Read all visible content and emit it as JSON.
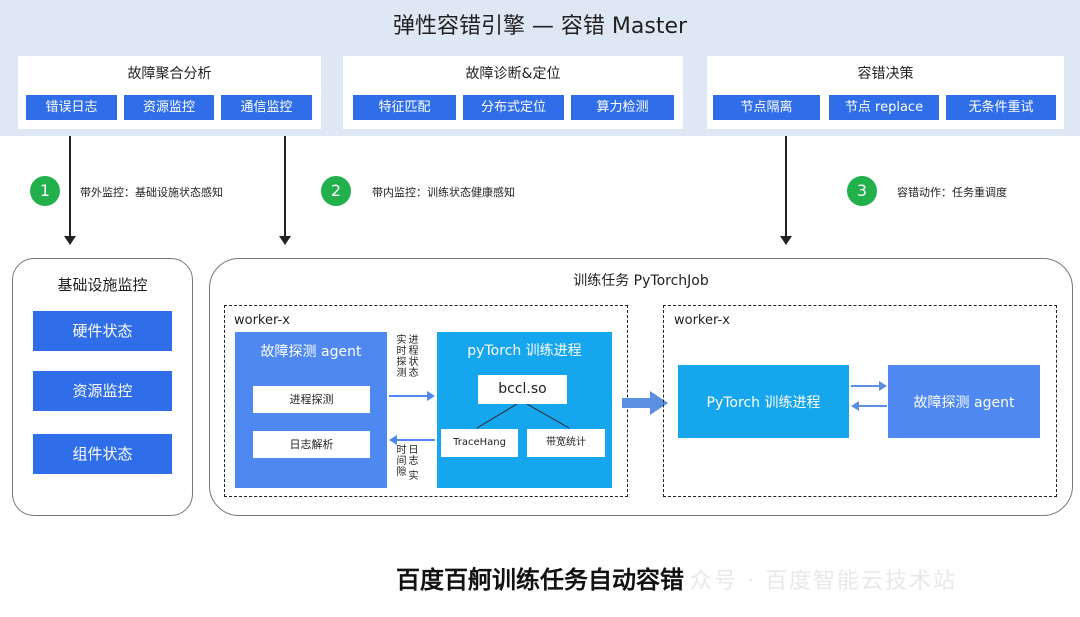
{
  "header": {
    "title": "弹性容错引擎 — 容错 Master"
  },
  "panels": [
    {
      "title": "故障聚合分析",
      "chips": [
        "错误日志",
        "资源监控",
        "通信监控"
      ]
    },
    {
      "title": "故障诊断&定位",
      "chips": [
        "特征匹配",
        "分布式定位",
        "算力检测"
      ]
    },
    {
      "title": "容错决策",
      "chips": [
        "节点隔离",
        "节点 replace",
        "无条件重试"
      ]
    }
  ],
  "steps": [
    {
      "num": "1",
      "text": "带外监控：基础设施状态感知"
    },
    {
      "num": "2",
      "text": "带内监控：训练状态健康感知"
    },
    {
      "num": "3",
      "text": "容错动作：任务重调度"
    }
  ],
  "infra": {
    "title": "基础设施监控",
    "items": [
      "硬件状态",
      "资源监控",
      "组件状态"
    ]
  },
  "job": {
    "title": "训练任务 PyTorchJob",
    "left_worker": {
      "label": "worker-x",
      "agent": {
        "title": "故障探测 agent",
        "buttons": [
          "进程探测",
          "日志解析"
        ]
      },
      "arrow_top_text": "进程状态 实时探测",
      "arrow_bottom_text": "日志 实时间隙",
      "torch": {
        "title": "pyTorch 训练进程",
        "lib": "bccl.so",
        "subs": [
          "TraceHang",
          "带宽统计"
        ]
      }
    },
    "right_worker": {
      "label": "worker-x",
      "torch_title": "PyTorch 训练进程",
      "agent_title": "故障探测 agent"
    }
  },
  "caption": "百度百舸训练任务自动容错",
  "watermark": "众号 · 百度智能云技术站",
  "colors": {
    "band": "#dde8f4",
    "chip": "#2f6ee8",
    "agent": "#4e88f0",
    "torch": "#16a6ee",
    "badge": "#21b04b"
  }
}
